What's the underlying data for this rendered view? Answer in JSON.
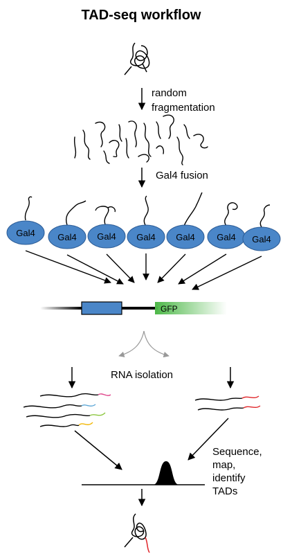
{
  "title": "TAD-seq workflow",
  "steps": {
    "fragmentation_line1": "random",
    "fragmentation_line2": "fragmentation",
    "fusion": "Gal4 fusion",
    "rna": "RNA isolation",
    "sequence_line1": "Sequence,",
    "sequence_line2": "map,",
    "sequence_line3": "identify",
    "sequence_line4": "TADs"
  },
  "gal4_label": "Gal4",
  "reporter_label": "GFP",
  "colors": {
    "gal4_fill": "#4a86c8",
    "gal4_stroke": "#2a5a94",
    "gfp_green": "#4db848",
    "tag_red": "#e0262a",
    "tag_pink": "#e0478c",
    "tag_blue": "#5aa6d6",
    "tag_green": "#8cc63f",
    "tag_yellow": "#f2b705"
  }
}
